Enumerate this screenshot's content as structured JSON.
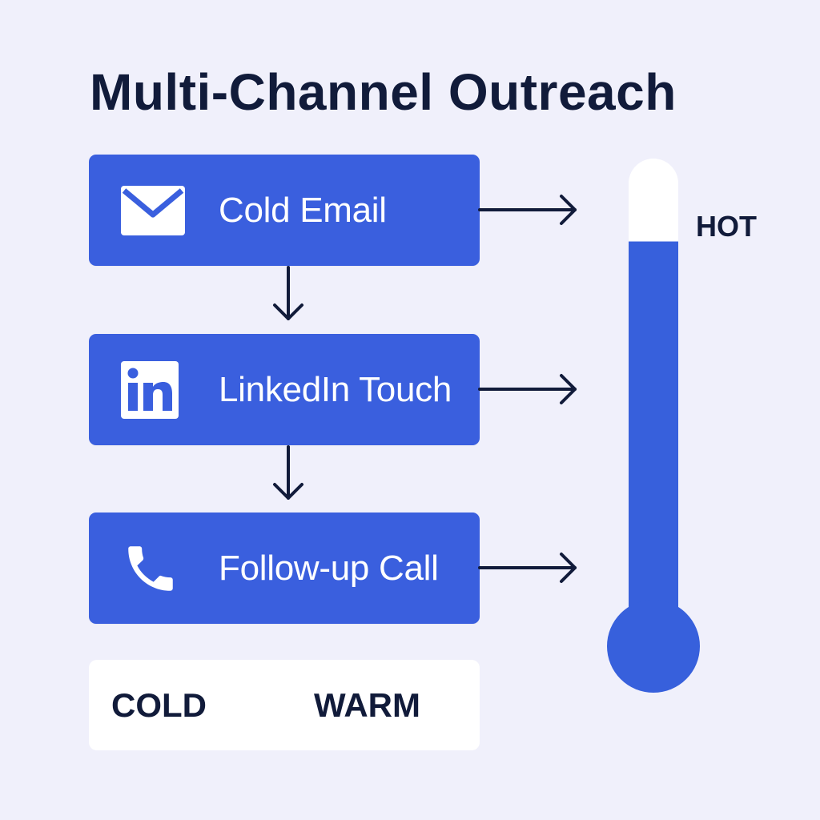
{
  "title": "Multi-Channel Outreach",
  "steps": [
    {
      "label": "Cold Email",
      "icon": "envelope-icon"
    },
    {
      "label": "LinkedIn Touch",
      "icon": "linkedin-icon"
    },
    {
      "label": "Follow-up Call",
      "icon": "phone-icon"
    }
  ],
  "legend": {
    "cold": "COLD",
    "warm": "WARM"
  },
  "thermometer": {
    "label": "HOT",
    "fill_fraction": 0.83
  },
  "colors": {
    "background": "#f0f0fb",
    "accent": "#3a5fde",
    "text": "#111b3a",
    "white": "#ffffff"
  }
}
